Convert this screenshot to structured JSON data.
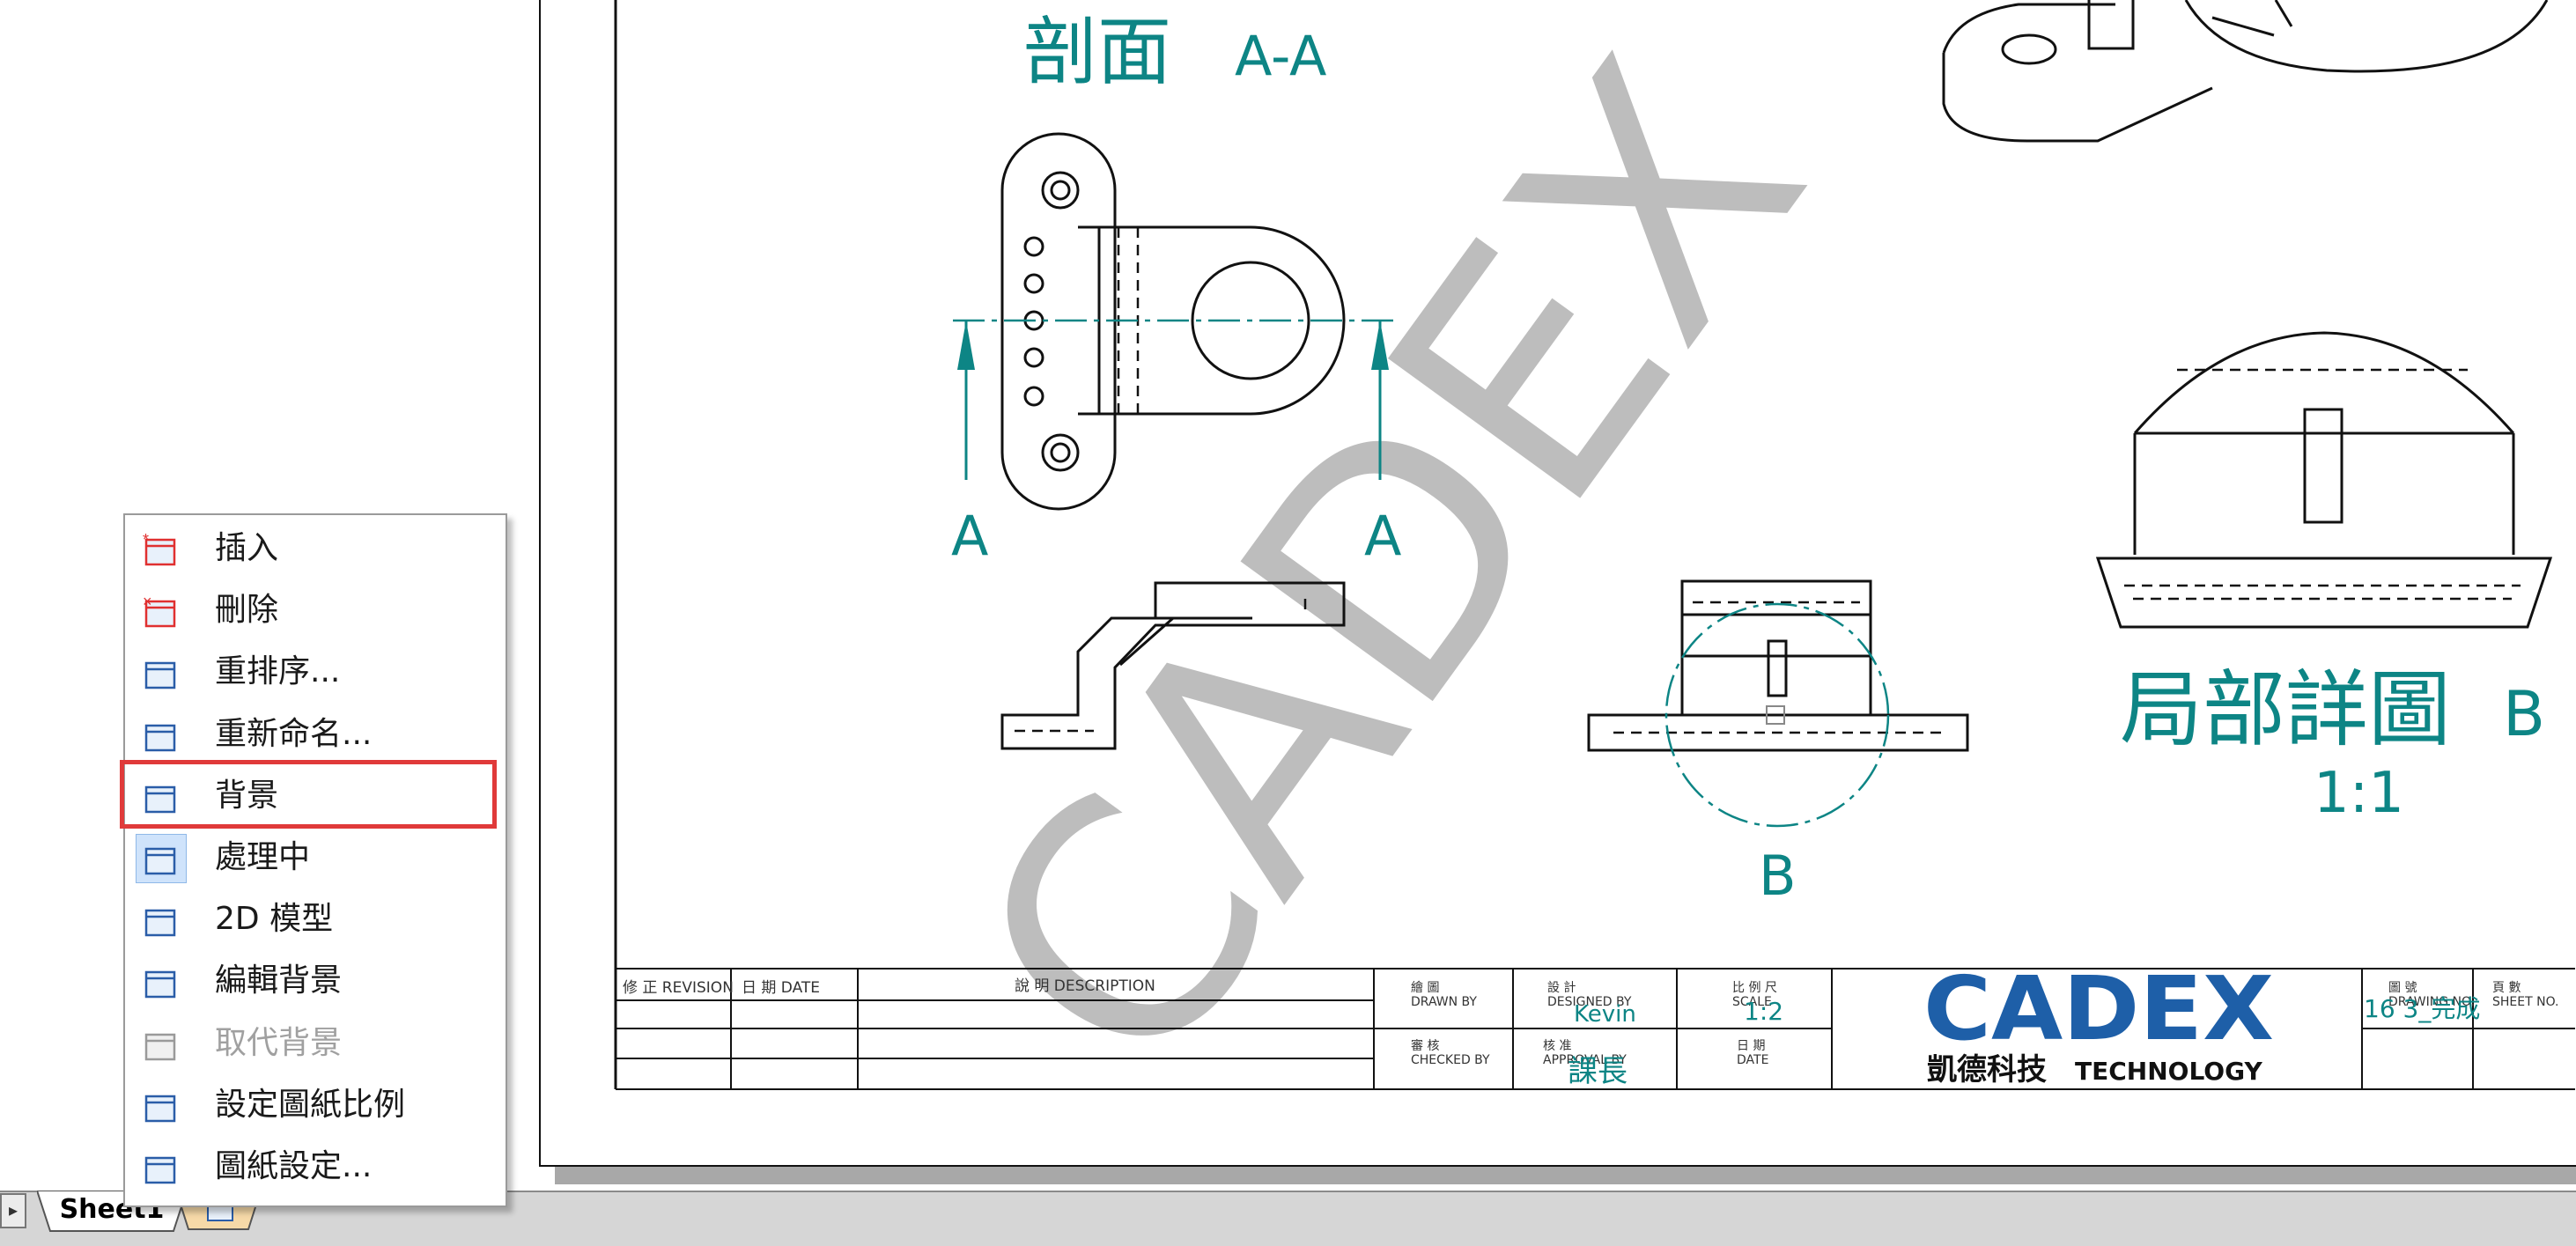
{
  "drawing": {
    "watermark": "CADEX",
    "section_view": {
      "title": "剖面",
      "label": "A-A",
      "cut_left": "A",
      "cut_right": "A"
    },
    "detail_circle_label": "B",
    "detail_view": {
      "title": "局部詳圖",
      "label": "B",
      "scale": "1:1"
    }
  },
  "title_block": {
    "revision_header": "修 正 REVISION",
    "date_header": "日 期  DATE",
    "description_header": "說 明  DESCRIPTION",
    "drawn_by_label": "繪 圖\nDRAWN BY",
    "checked_by_label": "審 核\nCHECKED BY",
    "designed_by_label": "設 計\nDESIGNED BY",
    "designed_by_value": "Kevin",
    "approval_by_label": "核 准\nAPPROVAL BY",
    "approval_by_value": "課長",
    "scale_label": "比 例 尺\nSCALE",
    "scale_value": "1:2",
    "date_label": "日 期\nDATE",
    "company_logo": "CADEX",
    "company_name_cn": "凱德科技",
    "company_name_en": "TECHNOLOGY",
    "drawing_no_label": "圖 號\nDRAWING NO.",
    "drawing_no_value": "16 3_完成",
    "sheet_no_label": "頁 數\nSHEET NO."
  },
  "context_menu": {
    "items": [
      {
        "label": "插入",
        "icon": "insert-sheet-icon",
        "disabled": false
      },
      {
        "label": "刪除",
        "icon": "delete-sheet-icon",
        "disabled": false
      },
      {
        "label": "重排序...",
        "icon": "reorder-sheet-icon",
        "disabled": false
      },
      {
        "label": "重新命名...",
        "icon": "rename-sheet-icon",
        "disabled": false
      },
      {
        "label": "背景",
        "icon": "background-sheet-icon",
        "disabled": false
      },
      {
        "label": "處理中",
        "icon": "working-sheet-icon",
        "disabled": false
      },
      {
        "label": "2D 模型",
        "icon": "2d-model-sheet-icon",
        "disabled": false
      },
      {
        "label": "編輯背景",
        "icon": "edit-background-icon",
        "disabled": false
      },
      {
        "label": "取代背景",
        "icon": "replace-background-icon",
        "disabled": true
      },
      {
        "label": "設定圖紙比例",
        "icon": "set-sheet-scale-icon",
        "disabled": false
      },
      {
        "label": "圖紙設定...",
        "icon": "sheet-setup-icon",
        "disabled": false
      }
    ],
    "highlighted_index": 4,
    "highlight_color": "#e03a3a"
  },
  "sheet_tabs": {
    "active": "Sheet1",
    "secondary_icon": "background-tab-icon"
  },
  "colors": {
    "annotation": "#0d8585",
    "logo_blue": "#1e5fa8",
    "watermark": "#bdbdbd"
  }
}
